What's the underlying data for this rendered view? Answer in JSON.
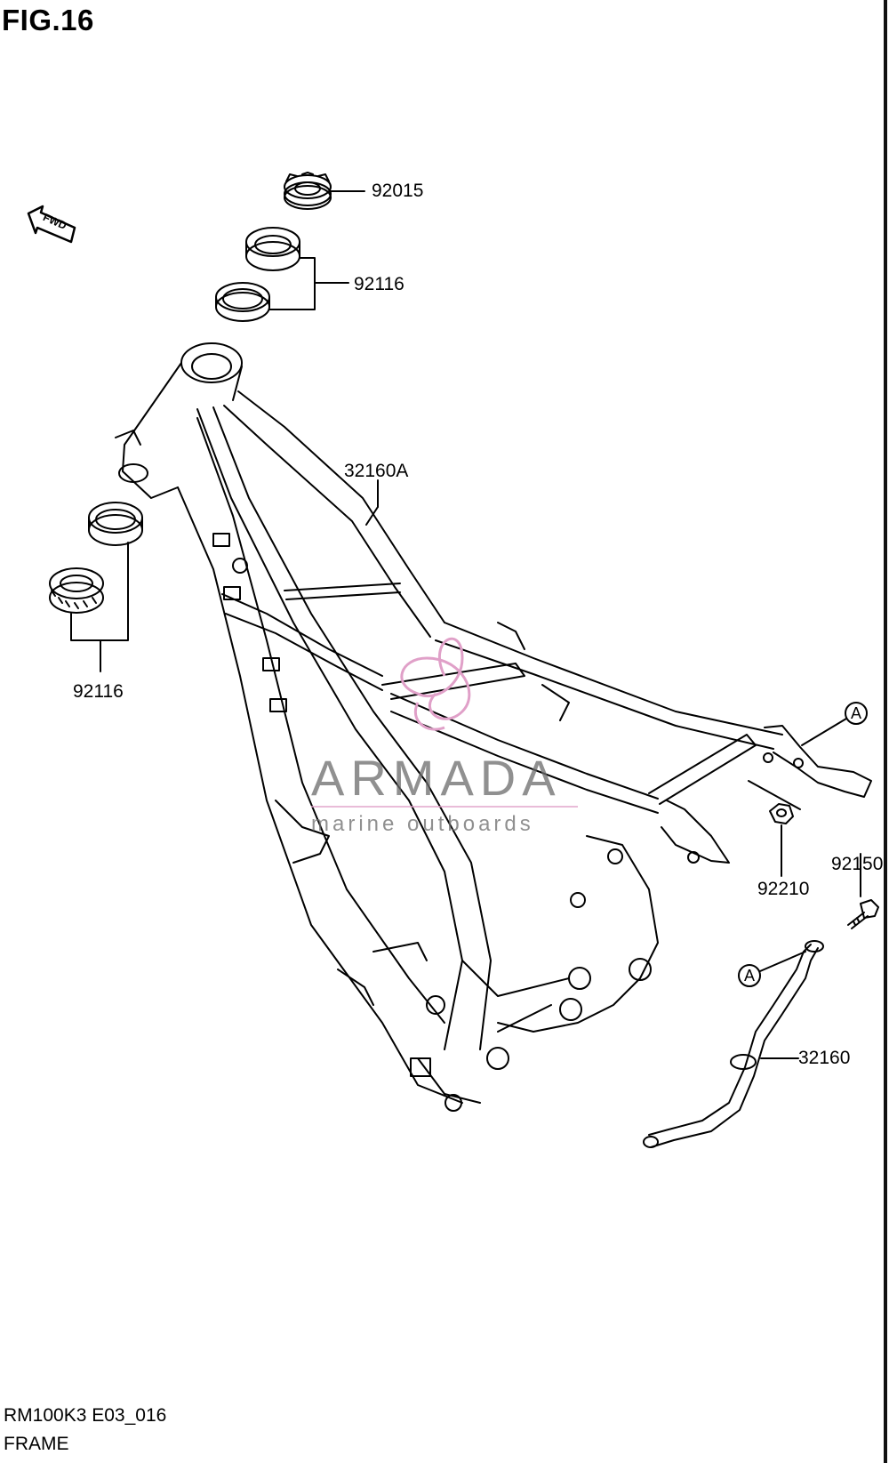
{
  "figure": {
    "title": "FIG.16",
    "direction_tag": "FWD"
  },
  "parts": {
    "nut_top": "92015",
    "race_top": "92116",
    "race_bottom": "92116",
    "main_frame": "32160A",
    "nut_rear": "92210",
    "bolt": "92150",
    "seat_rail": "32160"
  },
  "callouts": {
    "connector_frame": "A",
    "connector_rail": "A"
  },
  "watermark": {
    "brand": "ARMADA",
    "tagline": "marine outboards",
    "accent_color": "#e0a0c8"
  },
  "footer": {
    "code": "RM100K3 E03_016",
    "title": "FRAME"
  },
  "colors": {
    "line": "#000000",
    "background": "#ffffff"
  }
}
